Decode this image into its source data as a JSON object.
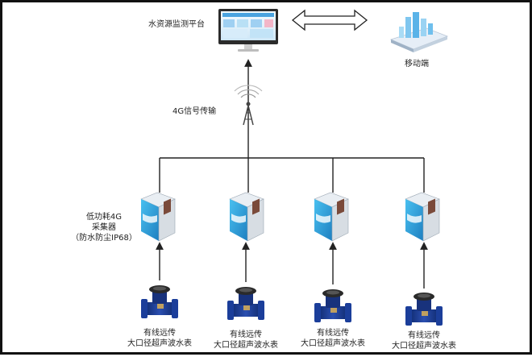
{
  "platform": {
    "label": "水资源监测平台"
  },
  "mobile": {
    "label": "移动端"
  },
  "network": {
    "label": "4G信号传输"
  },
  "collector": {
    "lines": [
      "低功耗4G",
      "采集器",
      "（防水防尘IP68）"
    ]
  },
  "meters": [
    {
      "line1": "有线远传",
      "line2": "大口径超声波水表"
    },
    {
      "line1": "有线远传",
      "line2": "大口径超声波水表"
    },
    {
      "line1": "有线远传",
      "line2": "大口径超声波水表"
    },
    {
      "line1": "有线远传",
      "line2": "大口径超声波水表"
    }
  ],
  "colors": {
    "line": "#222222",
    "collector_face": "#2a9fd6",
    "meter_body": "#1c3a8a",
    "screen": "#e8f4ff"
  }
}
